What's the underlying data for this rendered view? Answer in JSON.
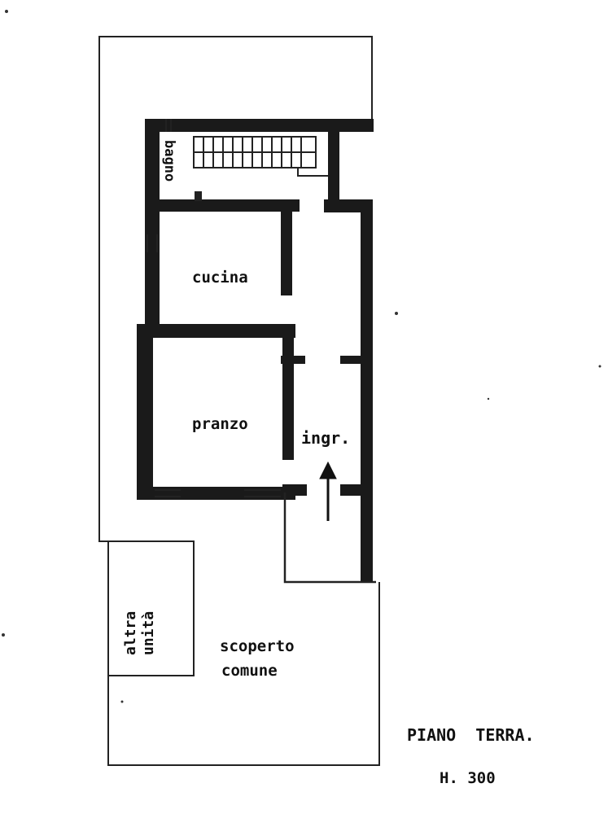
{
  "plan": {
    "rooms": {
      "bagno": "bagno",
      "cucina": "cucina",
      "pranzo": "pranzo",
      "ingresso": "ingr.",
      "altra_unita_line1": "altra",
      "altra_unita_line2": "unità",
      "scoperto_line1": "scoperto",
      "scoperto_line2": "comune"
    },
    "caption": {
      "floor": "PIANO  TERRA.",
      "height": "H. 300"
    },
    "colors": {
      "wall": "#1a1a1a",
      "line": "#222222",
      "background": "#ffffff"
    }
  }
}
